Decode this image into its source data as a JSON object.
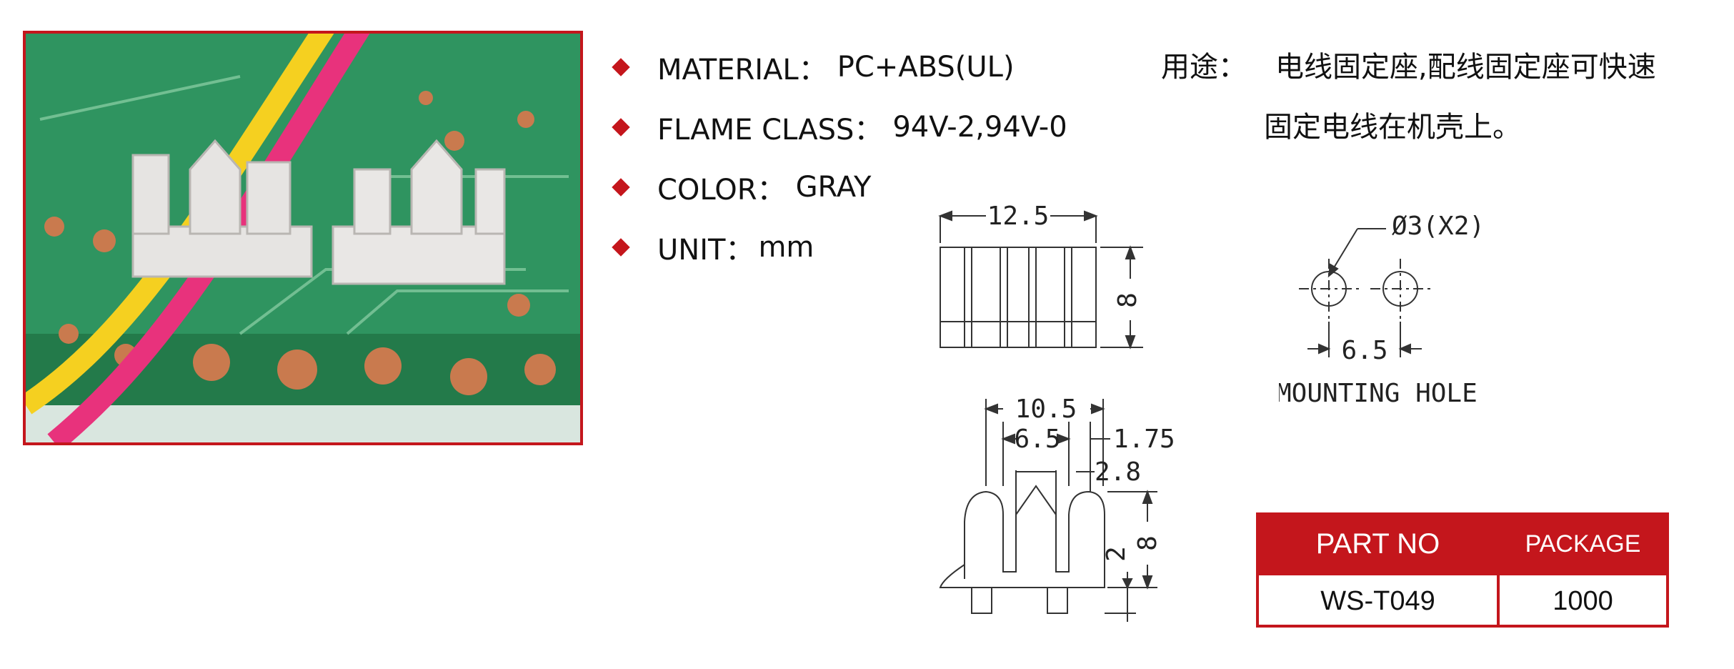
{
  "specs": [
    {
      "label": "MATERIAL：",
      "value": "PC+ABS(UL)"
    },
    {
      "label": "FLAME CLASS：",
      "value": "94V-2,94V-0"
    },
    {
      "label": "COLOR：",
      "value": "GRAY"
    },
    {
      "label": "UNIT：",
      "value": "mm"
    }
  ],
  "usage": {
    "label": "用途：",
    "text_line1": "电线固定座,配线固定座可快速",
    "text_line2": "固定电线在机壳上。"
  },
  "drawing": {
    "top_width": "12.5",
    "top_height": "8",
    "side_width": "10.5",
    "side_inner": "6.5",
    "side_wall": "1.75",
    "side_slot": "2.8",
    "side_height": "8",
    "side_pin": "2"
  },
  "mounting": {
    "hole_label": "Ø3(X2)",
    "spacing": "6.5",
    "caption": "MOUNTING  HOLE"
  },
  "table": {
    "headers": [
      "PART NO",
      "PACKAGE"
    ],
    "row": [
      "WS-T049",
      "1000"
    ]
  },
  "colors": {
    "accent": "#c4161c",
    "pcb_green": "#2a8a55"
  }
}
